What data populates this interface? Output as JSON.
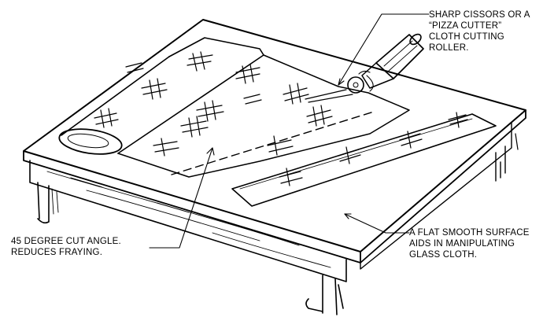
{
  "callouts": {
    "cutter": {
      "lines": [
        "SHARP CISSORS OR A",
        "“PIZZA CUTTER”",
        "CLOTH CUTTING",
        "ROLLER."
      ]
    },
    "angle": {
      "lines": [
        "45 DEGREE CUT ANGLE.",
        "REDUCES FRAYING."
      ]
    },
    "surface": {
      "lines": [
        "A FLAT SMOOTH SURFACE",
        "AIDS IN MANIPULATING",
        "GLASS CLOTH."
      ]
    }
  },
  "colors": {
    "ink": "#000000",
    "paper": "#ffffff"
  }
}
